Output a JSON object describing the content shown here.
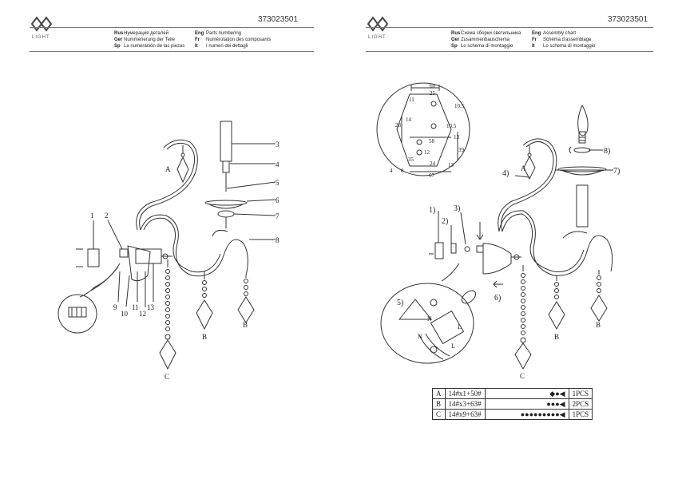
{
  "left_page": {
    "logo_text": "LIGHT",
    "code": "373023501",
    "legend": [
      {
        "lang": "Rus",
        "text": "Нумерация деталей"
      },
      {
        "lang": "Ger",
        "text": "Nummerierung der Teile"
      },
      {
        "lang": "Sp",
        "text": "La numeración de las piezas"
      }
    ],
    "legend2": [
      {
        "lang": "Eng",
        "text": "Parts numbering"
      },
      {
        "lang": "Fr",
        "text": "Numérotation des composants"
      },
      {
        "lang": "It",
        "text": "I numeri dei dettagli"
      }
    ],
    "callouts": [
      "1",
      "2",
      "3",
      "4",
      "5",
      "6",
      "7",
      "8",
      "9",
      "10",
      "11",
      "12",
      "13"
    ],
    "letters": [
      "A",
      "B",
      "C"
    ]
  },
  "right_page": {
    "logo_text": "LIGHT",
    "code": "373023501",
    "legend": [
      {
        "lang": "Rus",
        "text": "Схема сборки светильника"
      },
      {
        "lang": "Ger",
        "text": "Zusammenbauschema"
      },
      {
        "lang": "Sp",
        "text": "Lo schema di montaggio"
      }
    ],
    "legend2": [
      {
        "lang": "Eng",
        "text": "Assembly chart"
      },
      {
        "lang": "Fr",
        "text": "Schéma d'assemblage"
      },
      {
        "lang": "It",
        "text": "Lo schema di montaggio"
      }
    ],
    "steps": [
      "1)",
      "2)",
      "3)",
      "4)",
      "5)",
      "6)",
      "7)",
      "8)"
    ],
    "letters": [
      "A",
      "B",
      "C"
    ],
    "dims": [
      "60",
      "25",
      "11",
      "10.5",
      "28",
      "14",
      "10.5",
      "13",
      "58",
      "12",
      "39",
      "35",
      "24",
      "13",
      "4",
      "8",
      "67"
    ],
    "wire_labels": [
      "N",
      "L",
      "N",
      "L"
    ],
    "table": [
      {
        "row": "A",
        "spec": "14#x1+50#",
        "qty": "1PCS"
      },
      {
        "row": "B",
        "spec": "14#x3+63#",
        "qty": "2PCS"
      },
      {
        "row": "C",
        "spec": "14#x9+63#",
        "qty": "1PCS"
      }
    ]
  }
}
